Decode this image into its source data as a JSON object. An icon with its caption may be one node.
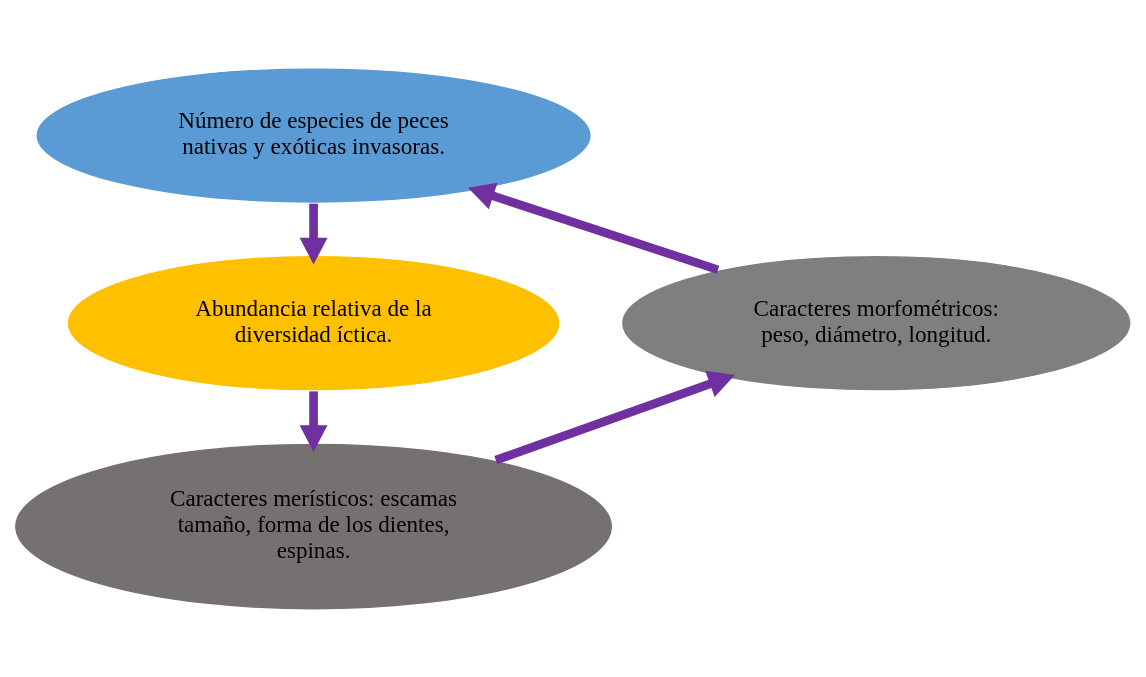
{
  "diagram": {
    "nodes": [
      {
        "text": [
          "Número de especies de peces nativas y exóticas invasoras."
        ]
      },
      {
        "text": [
          "Caracteres morfométricos: peso, diámetro, longitud."
        ]
      },
      {
        "text": [
          "Abundancia relativa de la diversidad íctica."
        ]
      },
      {
        "text": [
          "Caracteres merísticos: escamas tamaño, forma de los dientes, espinas."
        ]
      }
    ],
    "edges": [
      {
        "from": 0,
        "to": 2,
        "arrow": "to"
      },
      {
        "from": 2,
        "to": 3,
        "arrow": "to"
      },
      {
        "from": 3,
        "to": 1,
        "arrow": "to"
      },
      {
        "from": 1,
        "to": 0,
        "arrow": "to"
      }
    ]
  }
}
